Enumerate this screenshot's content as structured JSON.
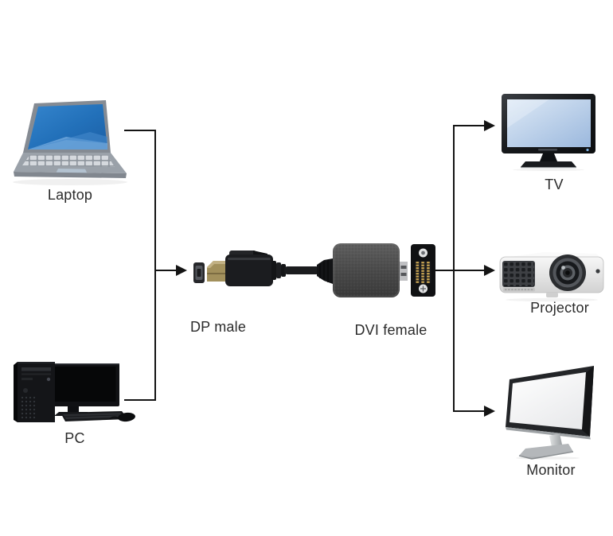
{
  "diagram": {
    "description": "DisplayPort to DVI adapter connection diagram",
    "sources": [
      {
        "id": "laptop",
        "label": "Laptop"
      },
      {
        "id": "pc",
        "label": "PC"
      }
    ],
    "adapter": {
      "left_connector": "DP male",
      "right_connector": "DVI female"
    },
    "destinations": [
      {
        "id": "tv",
        "label": "TV"
      },
      {
        "id": "projector",
        "label": "Projector"
      },
      {
        "id": "monitor",
        "label": "Monitor"
      }
    ],
    "connections": [
      "Laptop -> adapter",
      "PC -> adapter",
      "adapter -> TV",
      "adapter -> Projector",
      "adapter -> Monitor"
    ]
  },
  "colors": {
    "background": "#ffffff",
    "line": "#141414",
    "label_text": "#2b2b2b",
    "laptop_screen": "#2a76c0",
    "tv_screen": "#c3d7ee",
    "adapter_body": "#4a4a4a",
    "dvi_pins": "#caa552"
  }
}
